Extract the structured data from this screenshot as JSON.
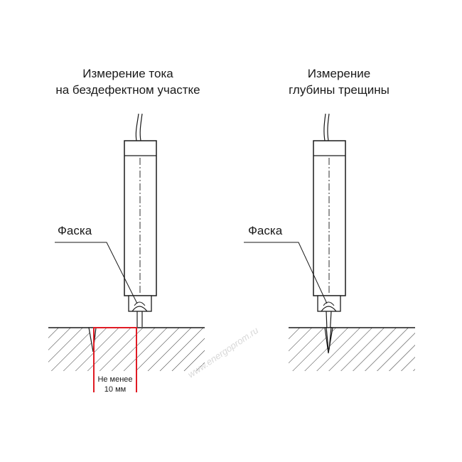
{
  "left_panel": {
    "title_line1": "Измерение тока",
    "title_line2": "на бездефектном участке",
    "label": "Фаска",
    "dimension_line1": "Не менее",
    "dimension_line2": "10 мм"
  },
  "right_panel": {
    "title_line1": "Измерение",
    "title_line2": "глубины трещины",
    "label": "Фаска"
  },
  "watermark": "www.energoprom.ru",
  "colors": {
    "line": "#1a1a1a",
    "dimension": "#e01b24",
    "hatch": "#333333"
  }
}
